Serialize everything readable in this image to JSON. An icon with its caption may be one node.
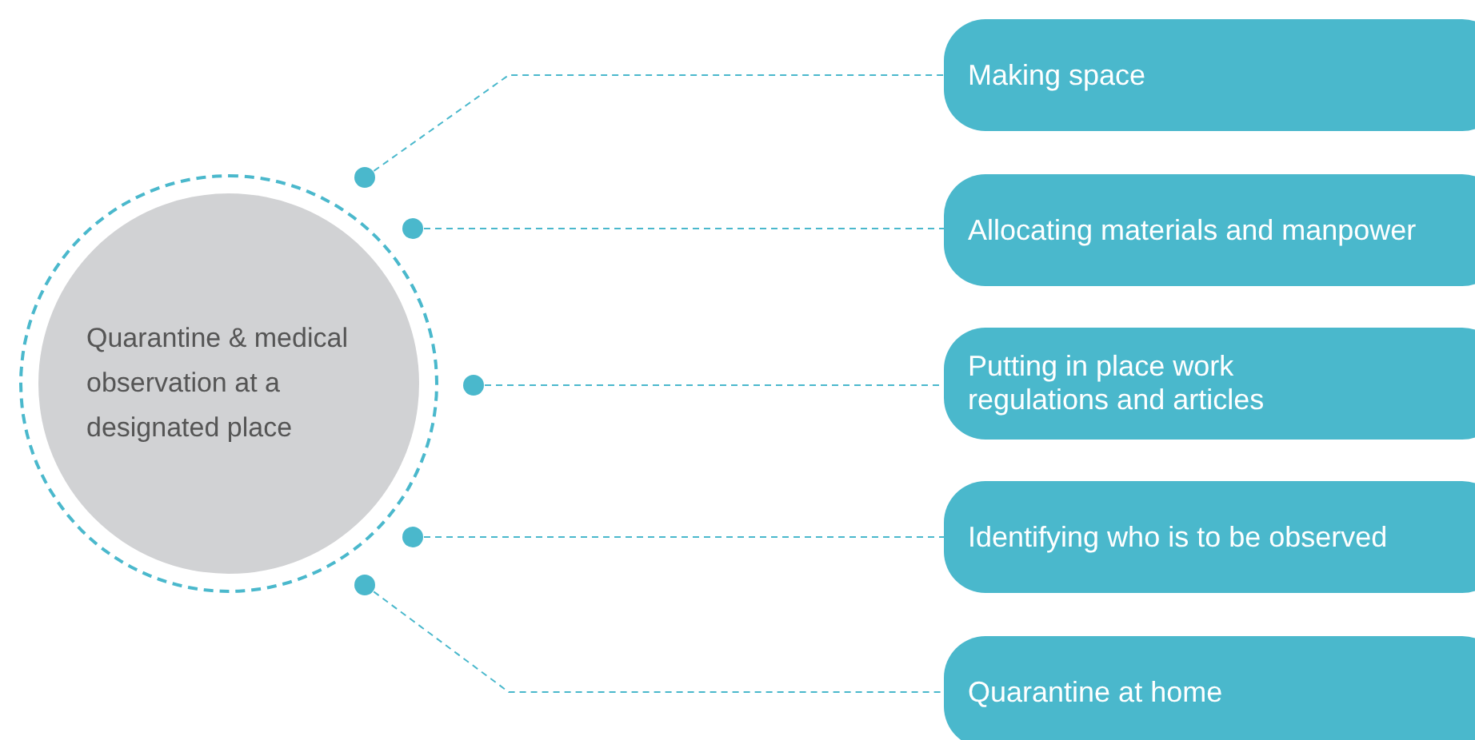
{
  "diagram": {
    "nodes": [
      {
        "text": [
          "Quarantine & medical observation at a designated place"
        ]
      },
      {
        "text": [
          "Making space"
        ]
      },
      {
        "text": [
          "Allocating materials and manpower"
        ]
      },
      {
        "text": [
          "Putting in place work regulations and articles"
        ]
      },
      {
        "text": [
          "Identifying who is to be observed"
        ]
      },
      {
        "text": [
          "Quarantine at home"
        ]
      }
    ],
    "edges": [
      {
        "from": 0,
        "to": 1,
        "arrow": "other",
        "style": "dashed"
      },
      {
        "from": 0,
        "to": 2,
        "arrow": "other",
        "style": "dashed"
      },
      {
        "from": 0,
        "to": 3,
        "arrow": "other",
        "style": "dashed"
      },
      {
        "from": 0,
        "to": 4,
        "arrow": "other",
        "style": "dashed"
      },
      {
        "from": 0,
        "to": 5,
        "arrow": "other",
        "style": "dashed"
      }
    ]
  }
}
